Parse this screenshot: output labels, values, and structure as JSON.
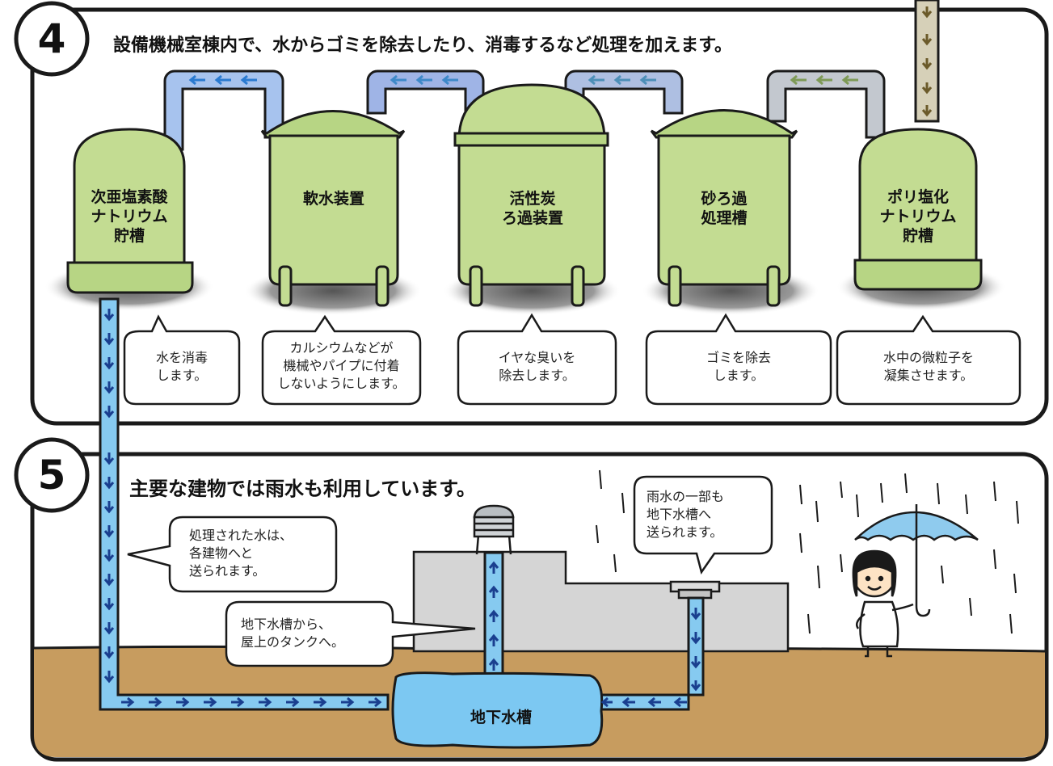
{
  "section4": {
    "number": "4",
    "heading": "設備機械室棟内で、水からゴミを除去したり、消毒するなど処理を加えます。",
    "tanks": [
      {
        "label": "次亜塩素酸\nナトリウム\n貯槽",
        "note": "水を消毒\nします。"
      },
      {
        "label": "軟水装置",
        "note": "カルシウムなどが\n機械やパイプに付着\nしないようにします。"
      },
      {
        "label": "活性炭\nろ過装置",
        "note": "イヤな臭いを\n除去します。"
      },
      {
        "label": "砂ろ過\n処理槽",
        "note": "ゴミを除去\nします。"
      },
      {
        "label": "ポリ塩化\nナトリウム\n貯槽",
        "note": "水中の微粒子を\n凝集させます。"
      }
    ]
  },
  "section5": {
    "number": "5",
    "heading": "主要な建物では雨水も利用しています。",
    "bubble_distribute": "処理された水は、\n各建物へと\n送られます。",
    "bubble_rooftop": "地下水槽から、\n屋上のタンクへ。",
    "bubble_rain": "雨水の一部も\n地下水槽へ\n送られます。",
    "underground_tank": "地下水槽"
  },
  "colors": {
    "outline": "#1a1a1a",
    "tank_green": "#c3dc92",
    "pipe_blue": "#86caf0",
    "soil": "#c79c5f",
    "building_gray": "#d5d5d5",
    "water_blue": "#7cc8f2",
    "umbrella_blue": "#8fcbee"
  },
  "icons": [
    "flow-arrow-icon",
    "umbrella-icon",
    "rooftop-tank-icon",
    "rain-icon"
  ]
}
